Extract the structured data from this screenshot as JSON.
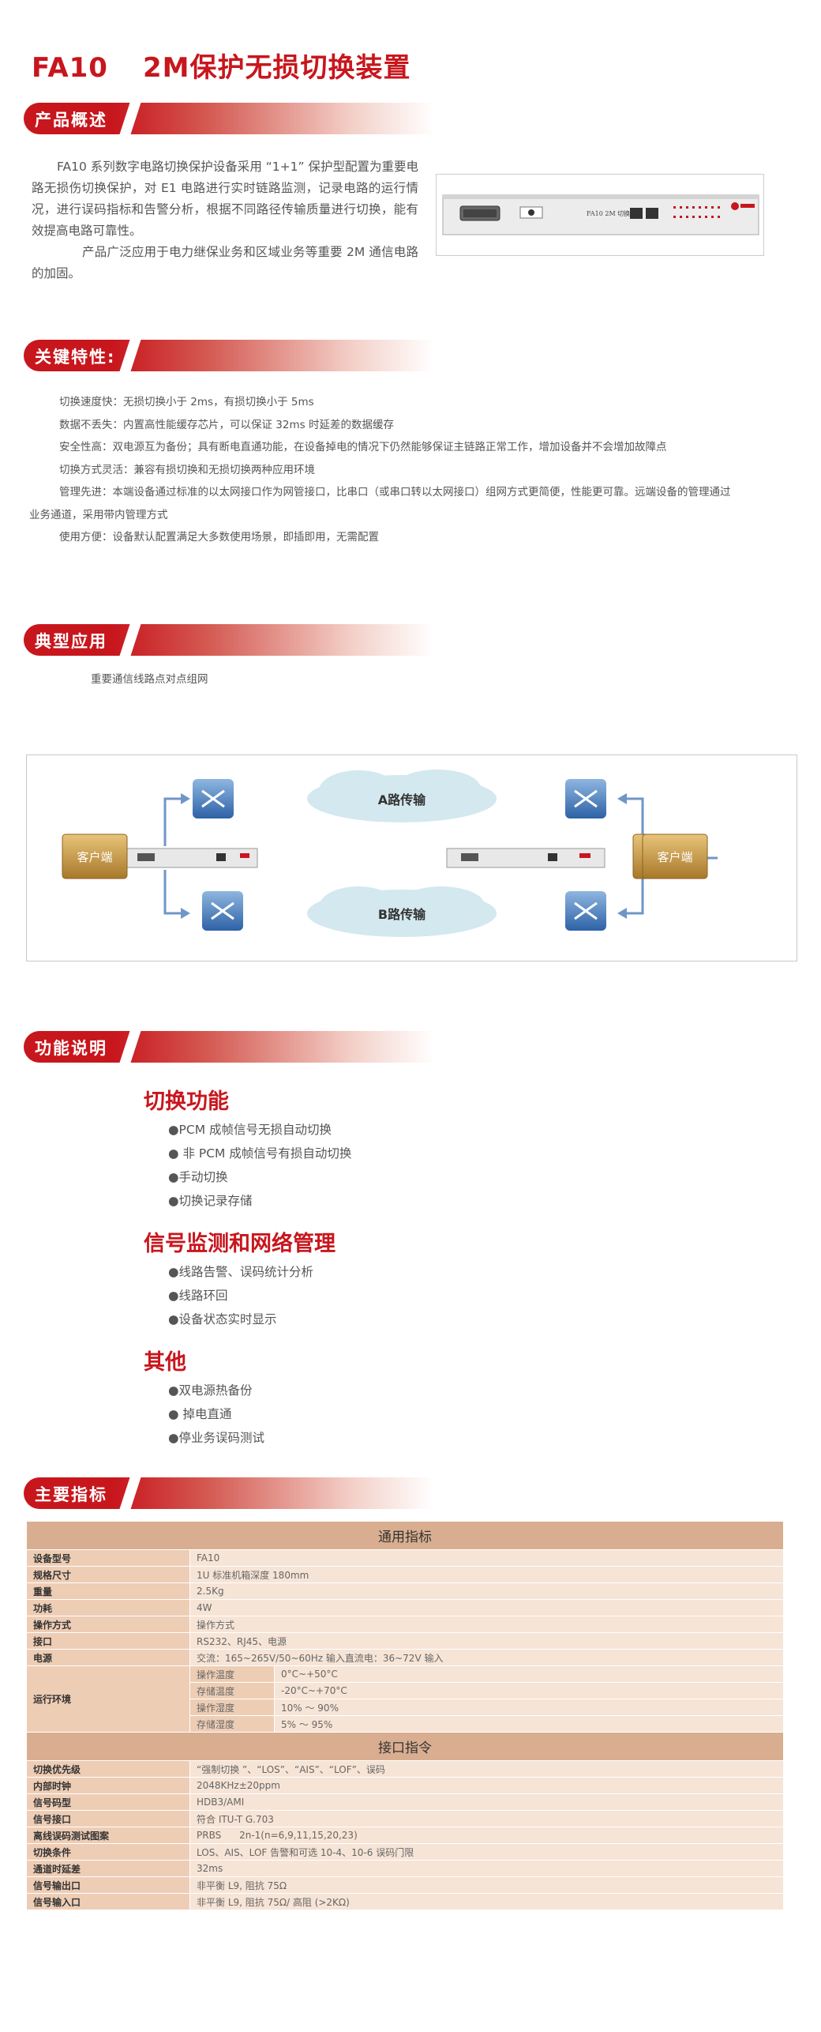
{
  "title": {
    "model": "FA10",
    "name": "2M保护无损切换装置"
  },
  "sections": {
    "overview": "产品概述",
    "features": "关键特性:",
    "application": "典型应用",
    "functions": "功能说明",
    "specs": "主要指标"
  },
  "overview": {
    "p1": "FA10 系列数字电路切换保护设备采用 “1+1” 保护型配置为重要电路无损伤切换保护，对 E1 电路进行实时链路监测，记录电路的运行情况，进行误码指标和告警分析，根据不同路径传输质量进行切换，能有效提高电路可靠性。",
    "p2": "产品广泛应用于电力继保业务和区域业务等重要 2M 通信电路的加固。"
  },
  "device": {
    "label": "FA10 2M 切换装置"
  },
  "features": [
    "切换速度快：无损切换小于 2ms，有损切换小于 5ms",
    "数据不丢失：内置高性能缓存芯片，可以保证 32ms 时延差的数据缓存",
    "安全性高：双电源互为备份；具有断电直通功能，在设备掉电的情况下仍然能够保证主链路正常工作，增加设备并不会增加故障点",
    "切换方式灵活：兼容有损切换和无损切换两种应用环境",
    "管理先进：本端设备通过标准的以太网接口作为网管接口，比串口（或串口转以太网接口）组网方式更简便，性能更可靠。远端设备的管理通过",
    "业务通道，采用带内管理方式",
    "使用方便：设备默认配置满足大多数使用场景，即插即用，无需配置"
  ],
  "application": {
    "caption": "重要通信线路点对点组网",
    "client_left": "客户端",
    "client_right": "客户端",
    "path_a": "A路传输",
    "path_b": "B路传输"
  },
  "functions": [
    {
      "heading": "切换功能",
      "items": [
        "●PCM 成帧信号无损自动切换",
        "● 非 PCM 成帧信号有损自动切换",
        "●手动切换",
        "●切换记录存储"
      ]
    },
    {
      "heading": "信号监测和网络管理",
      "items": [
        "●线路告警、误码统计分析",
        "●线路环回",
        "●设备状态实时显示"
      ]
    },
    {
      "heading": "其他",
      "items": [
        "●双电源热备份",
        "● 掉电直通",
        "●停业务误码测试"
      ]
    }
  ],
  "spec": {
    "general_header": "通用指标",
    "interface_header": "接口指令",
    "rows1": [
      {
        "k": "设备型号",
        "v": "FA10"
      },
      {
        "k": "规格尺寸",
        "v": "1U 标准机箱深度 180mm"
      },
      {
        "k": "重量",
        "v": "2.5Kg"
      },
      {
        "k": "功耗",
        "v": "4W"
      },
      {
        "k": "操作方式",
        "v": "操作方式"
      },
      {
        "k": "接口",
        "v": "RS232、RJ45、电源"
      },
      {
        "k": "电源",
        "v": "交流：165~265V/50~60Hz 输入直流电：36~72V 输入"
      }
    ],
    "env_label": "运行环境",
    "env": [
      {
        "k": "操作温度",
        "v": "0°C~+50°C"
      },
      {
        "k": "存储温度",
        "v": "-20°C~+70°C"
      },
      {
        "k": "操作湿度",
        "v": "10% 〜 90%"
      },
      {
        "k": "存储湿度",
        "v": "5% 〜 95%"
      }
    ],
    "rows2": [
      {
        "k": "切换优先级",
        "v": "“强制切换 ”、“LOS”、“AIS”、“LOF”、误码"
      },
      {
        "k": "内部时钟",
        "v": "2048KHz±20ppm"
      },
      {
        "k": "信号码型",
        "v": "HDB3/AMI"
      },
      {
        "k": "信号接口",
        "v": "符合 ITU-T G.703"
      },
      {
        "k": "离线误码测试图案",
        "v": "PRBS      2n-1(n=6,9,11,15,20,23)"
      },
      {
        "k": "切换条件",
        "v": "LOS、AIS、LOF 告警和可选 10-4、10-6 误码门限"
      },
      {
        "k": "通道时延差",
        "v": "32ms"
      },
      {
        "k": "信号输出口",
        "v": "非平衡 L9, 阻抗 75Ω"
      },
      {
        "k": "信号输入口",
        "v": "非平衡 L9, 阻抗 75Ω/ 高阻 (>2KΩ)"
      }
    ]
  }
}
